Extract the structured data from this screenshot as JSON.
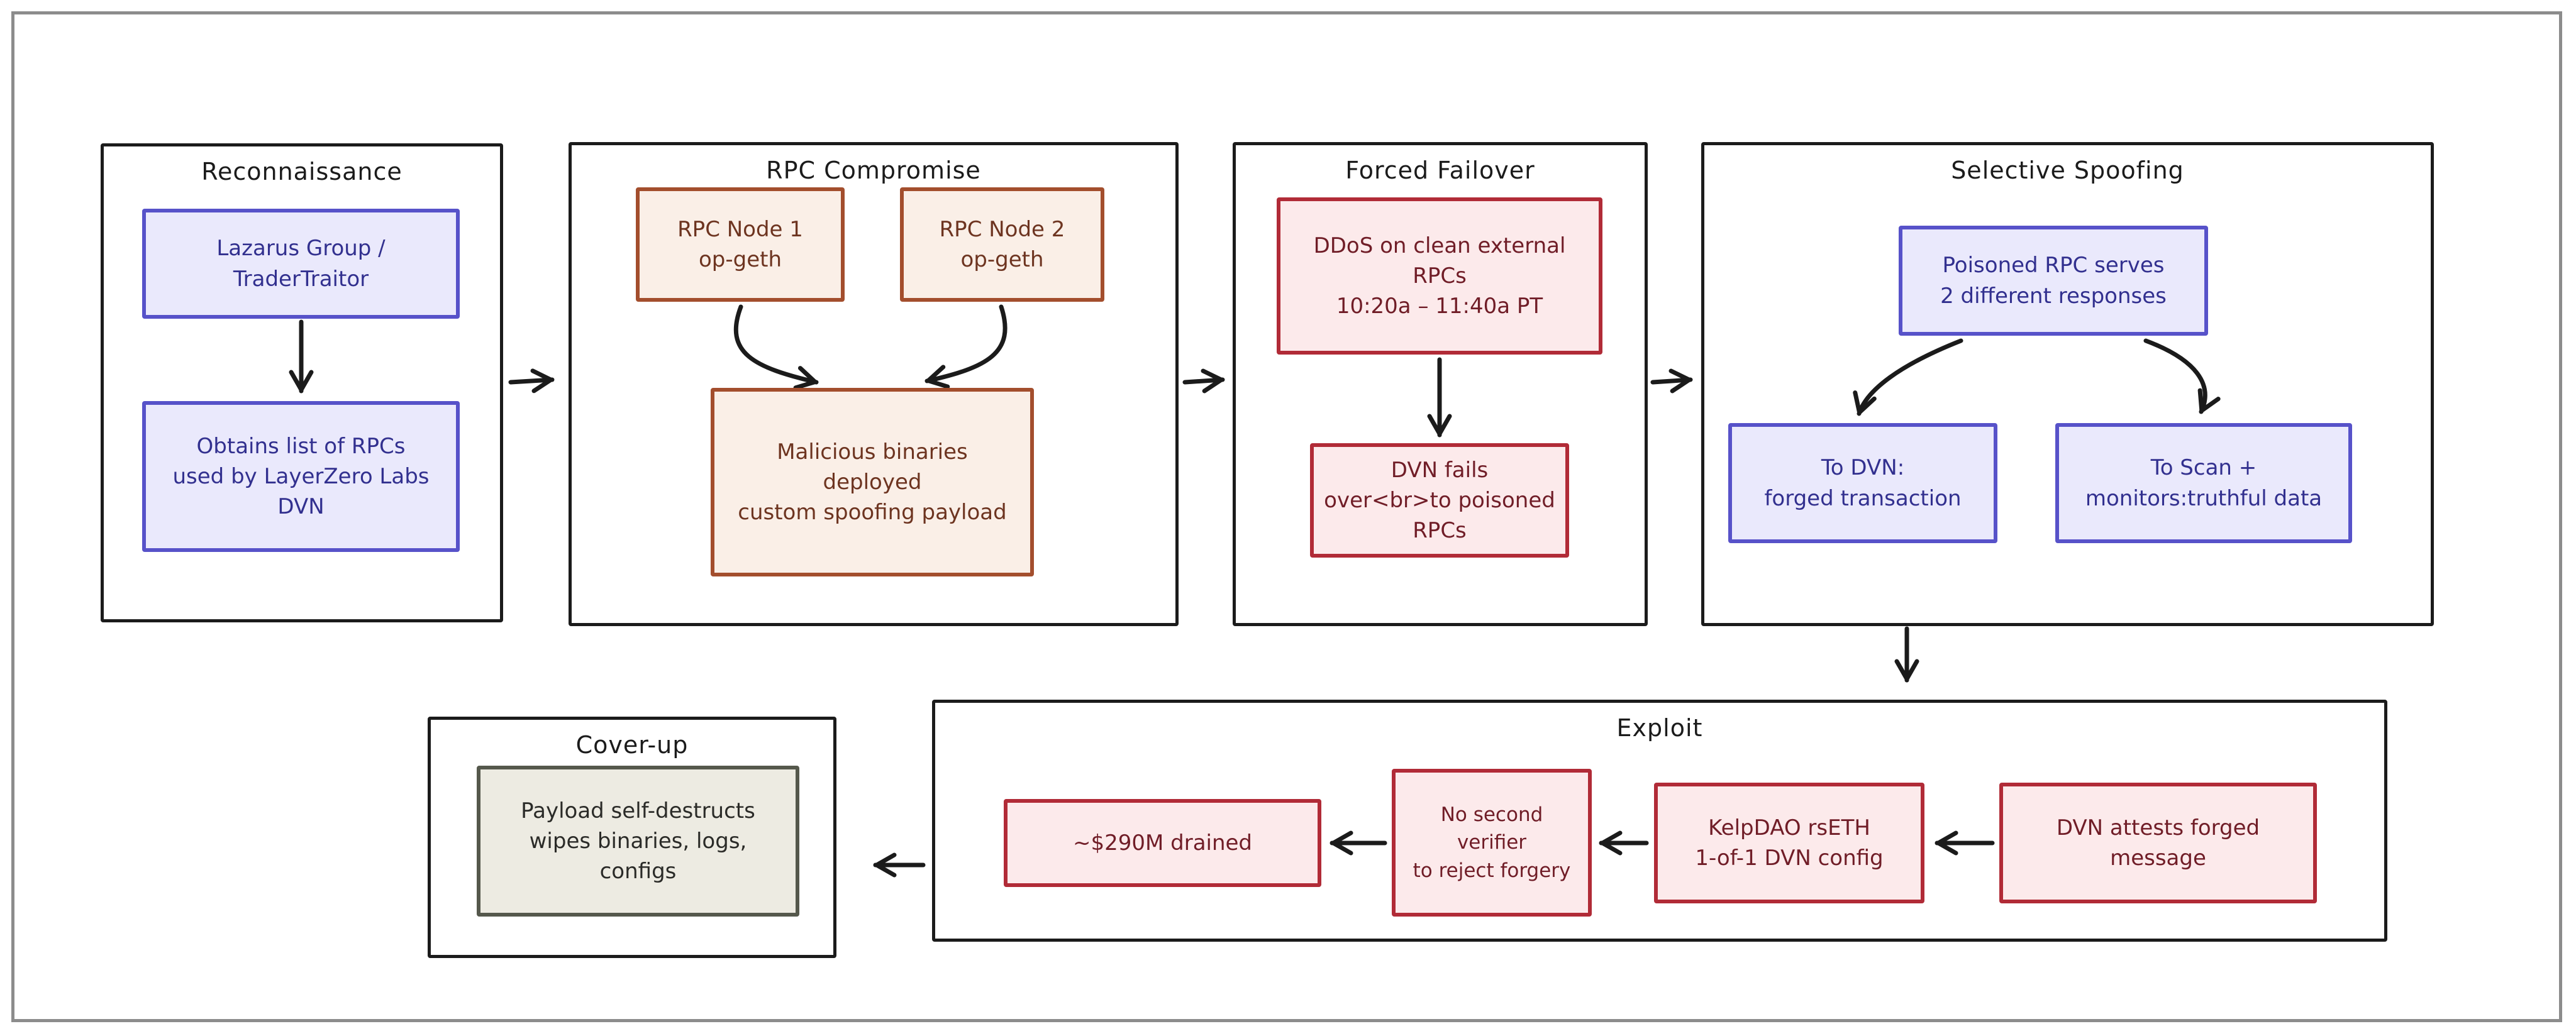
{
  "diagram": {
    "stages": {
      "recon": {
        "title": "Reconnaissance"
      },
      "rpc": {
        "title": "RPC Compromise"
      },
      "failover": {
        "title": "Forced Failover"
      },
      "spoofing": {
        "title": "Selective Spoofing"
      },
      "exploit": {
        "title": "Exploit"
      },
      "coverup": {
        "title": "Cover-up"
      }
    },
    "nodes": {
      "lazarus": {
        "text": "Lazarus Group /\nTraderTraitor"
      },
      "obtains": {
        "text": "Obtains list of RPCs\nused by LayerZero Labs\nDVN"
      },
      "node1": {
        "text": "RPC Node 1\nop-geth"
      },
      "node2": {
        "text": "RPC Node 2\nop-geth"
      },
      "malicious": {
        "text": "Malicious binaries\ndeployed\ncustom spoofing payload"
      },
      "ddos": {
        "text": "DDoS on clean external\nRPCs\n10:20a – 11:40a PT"
      },
      "dvnfails": {
        "text": "DVN fails\nover<br>to poisoned\nRPCs"
      },
      "poisoned": {
        "text": "Poisoned RPC serves\n2 different responses"
      },
      "todvn": {
        "text": "To DVN:\nforged transaction"
      },
      "toscan": {
        "text": "To Scan +\nmonitors:truthful data"
      },
      "attests": {
        "text": "DVN attests forged\nmessage"
      },
      "kelpdao": {
        "text": "KelpDAO rsETH\n1-of-1 DVN config"
      },
      "noverifier": {
        "text": "No second verifier\nto reject forgery"
      },
      "drained": {
        "text": "~$290M drained"
      },
      "payload": {
        "text": "Payload self-destructs\nwipes binaries, logs,\nconfigs"
      }
    }
  },
  "palette": {
    "frame_border": "#8c8c8c",
    "container_border": "#1b1b1b",
    "arrow": "#1b1b1b",
    "violet_fill": "#eae9fc",
    "violet_border": "#5752c9",
    "violet_text": "#32308f",
    "rust_fill": "#faefe7",
    "rust_border": "#a34e2d",
    "rust_text": "#6d3420",
    "crimson_fill": "#fceaeb",
    "crimson_border": "#b12b37",
    "crimson_text": "#701d27",
    "paper_fill": "#edebe2",
    "paper_border": "#55584c",
    "paper_text": "#2b2b28"
  }
}
